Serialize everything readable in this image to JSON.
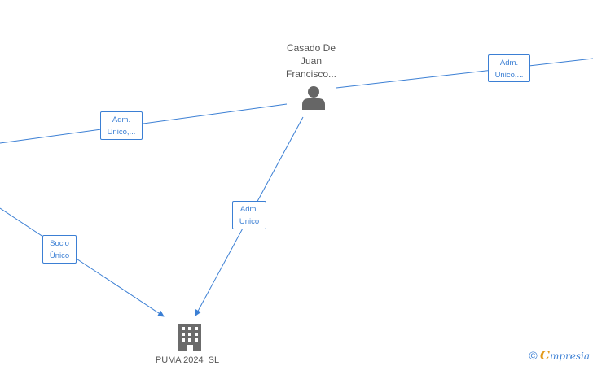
{
  "nodes": {
    "person": {
      "name_lines": [
        "Casado De",
        "Juan",
        "Francisco..."
      ],
      "icon": "person-icon"
    },
    "company": {
      "name": "PUMA 2024  SL",
      "icon": "building-icon"
    }
  },
  "edges": [
    {
      "id": "adm-right",
      "lines": [
        "Adm.",
        "Unico,..."
      ]
    },
    {
      "id": "adm-left",
      "lines": [
        "Adm.",
        "Unico,..."
      ]
    },
    {
      "id": "adm-company",
      "lines": [
        "Adm.",
        "Unico"
      ]
    },
    {
      "id": "socio",
      "lines": [
        "Socio",
        "Único"
      ]
    }
  ],
  "watermark": {
    "copyright": "©",
    "brand_first": "C",
    "brand_rest": "mpresia"
  },
  "colors": {
    "edge": "#3b7fd4",
    "node": "#666666",
    "brand_accent": "#e39a1a"
  }
}
